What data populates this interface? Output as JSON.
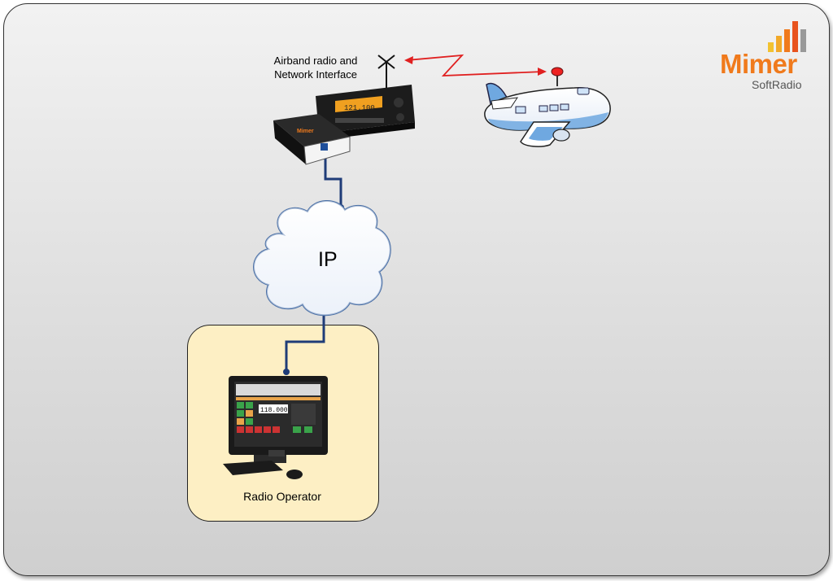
{
  "labels": {
    "radio_interface": "Airband radio and Network Interface",
    "ip": "IP",
    "operator": "Radio Operator",
    "radio_display_freq": "121.100",
    "screen_freq": "118.000"
  },
  "logo": {
    "name": "Mimer",
    "sub": "SoftRadio"
  },
  "colors": {
    "link": "#1f3c78",
    "radio_link": "#e02020",
    "brand": "#f07a1c",
    "operator_bg": "#fdefc4"
  }
}
